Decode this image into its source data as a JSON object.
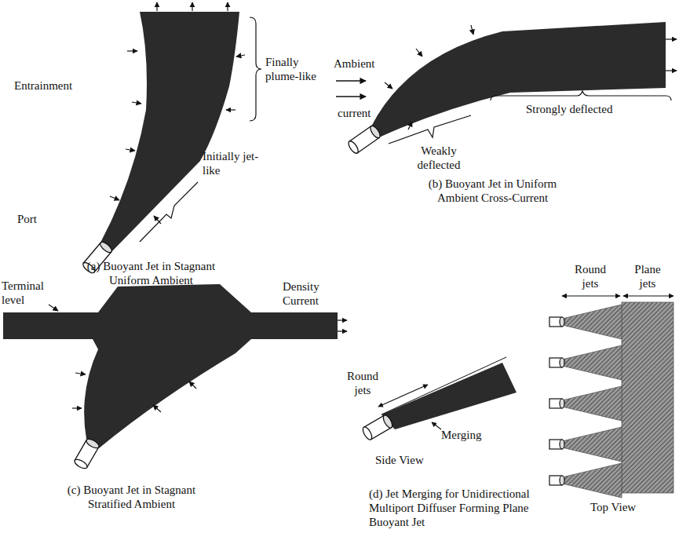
{
  "diagram": {
    "labels": [
      "Entrainment",
      "Finally plume-like",
      "Initially jet-like",
      "Port",
      "(a) Buoyant Jet in Stagnant Uniform Ambient",
      "Ambient",
      "current",
      "Weakly deflected",
      "Strongly deflected",
      "(b) Buoyant Jet in Uniform Ambient Cross-Current",
      "Terminal level",
      "Density Current",
      "(c) Buoyant Jet in Stagnant Stratified Ambient",
      "Round jets",
      "Merging",
      "Side View",
      "Round jets",
      "Plane jets",
      "Top View",
      "(d) Jet Merging for Unidirectional Multiport Diffuser Forming Plane Buoyant Jet"
    ]
  }
}
